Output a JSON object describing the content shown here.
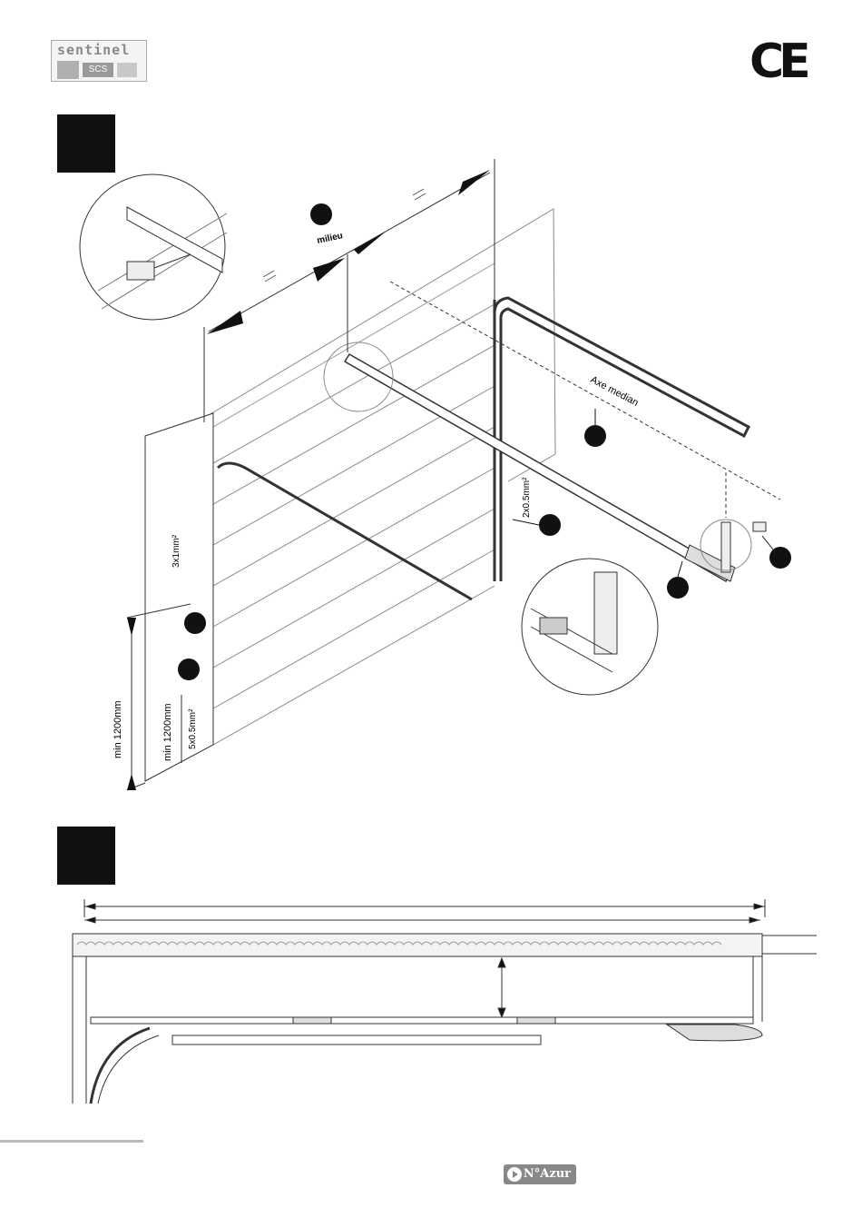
{
  "logo": {
    "brand": "sentinel",
    "sub": "SCS"
  },
  "ce_mark": "CE",
  "labels": {
    "milieu": "milieu",
    "axe_median": "Axe median",
    "wire_3x1": "3x1mm²",
    "wire_2x05": "2x0.5mm²",
    "wire_5x05": "5x0.5mm²",
    "min_1200_a": "min 1200mm",
    "min_1200_b": "min 1200mm"
  },
  "footer": {
    "azur": "N°Azur"
  }
}
